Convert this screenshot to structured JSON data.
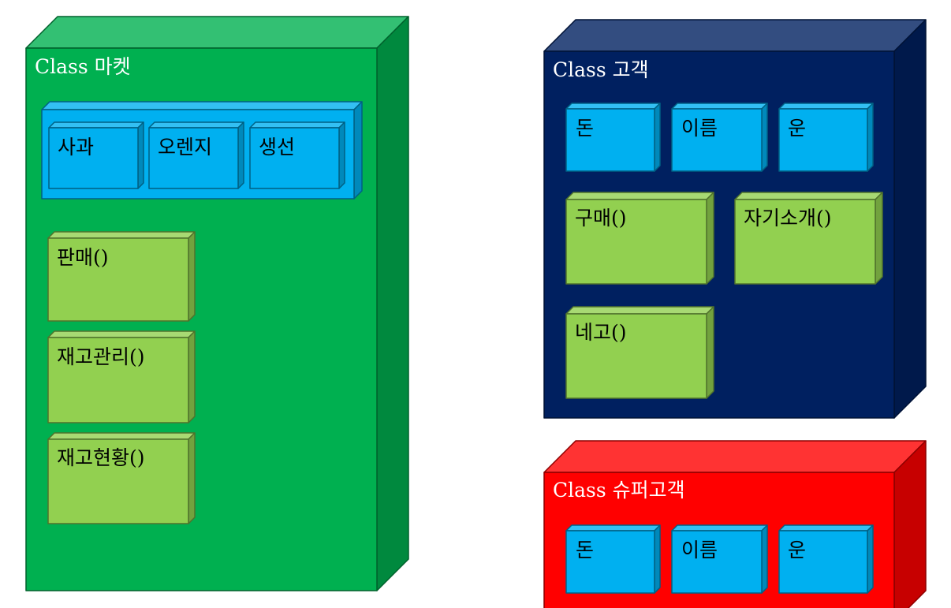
{
  "diagram": {
    "colors": {
      "market": "#00b050",
      "customer": "#002060",
      "super_customer": "#ff0000",
      "field_box": "#00b0f0",
      "method_box": "#92d050"
    },
    "classes": [
      {
        "id": "market",
        "title": "Class 마켓",
        "group_label": "",
        "fields": [
          "사과",
          "오렌지",
          "생선"
        ],
        "methods": [
          "판매()",
          "재고관리()",
          "재고현황()"
        ]
      },
      {
        "id": "customer",
        "title": "Class 고객",
        "fields": [
          "돈",
          "이름",
          "운"
        ],
        "methods": [
          "구매()",
          "자기소개()",
          "네고()"
        ]
      },
      {
        "id": "super_customer",
        "title": "Class 슈퍼고객",
        "fields": [
          "돈",
          "이름",
          "운"
        ],
        "methods": []
      }
    ]
  }
}
